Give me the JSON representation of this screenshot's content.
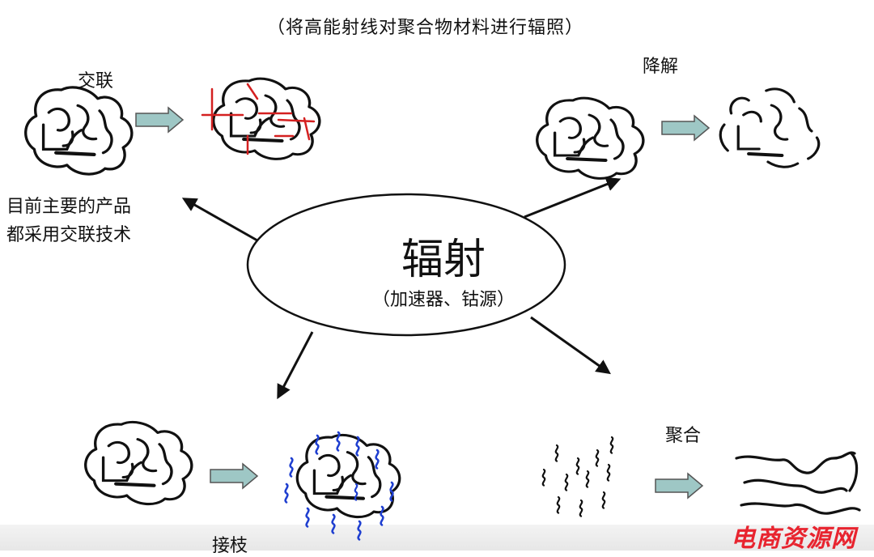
{
  "subtitle": "（将高能射线对聚合物材料进行辐照）",
  "center": {
    "title": "辐射",
    "subtitle": "（加速器、钴源）"
  },
  "branches": {
    "crosslink": {
      "label": "交联",
      "note": "目前主要的产品都采用交联技术",
      "mark_color": "#d42020"
    },
    "degradation": {
      "label": "降解"
    },
    "grafting": {
      "label": "接枝",
      "mark_color": "#1f3fd0"
    },
    "polymerization": {
      "label": "聚合"
    }
  },
  "colors": {
    "arrow_fill": "#9ec7c5",
    "line": "#111111",
    "watermark": "#e8242f"
  },
  "watermark": "电商资源网"
}
